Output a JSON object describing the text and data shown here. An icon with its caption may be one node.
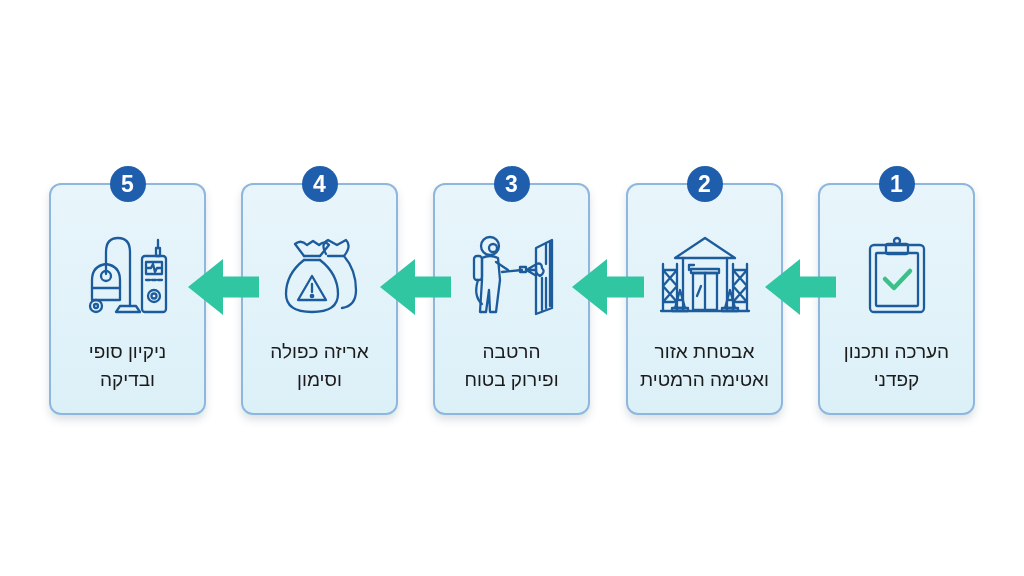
{
  "diagram": {
    "nodes": [
      {
        "text": [
          "1",
          "הערכה ותכנון קפדני"
        ]
      },
      {
        "text": [
          "2",
          "אבטחת אזור ואטימה הרמטית"
        ]
      },
      {
        "text": [
          "3",
          "הרטבה ופירוק בטוח"
        ]
      },
      {
        "text": [
          "4",
          "אריזה כפולה וסימון"
        ]
      },
      {
        "text": [
          "5",
          "ניקיון סופי ובדיקה"
        ]
      }
    ],
    "edges": [
      {
        "from": 0,
        "to": 1,
        "arrow": "to"
      },
      {
        "from": 1,
        "to": 2,
        "arrow": "to"
      },
      {
        "from": 2,
        "to": 3,
        "arrow": "to"
      },
      {
        "from": 3,
        "to": 4,
        "arrow": "to"
      }
    ]
  }
}
